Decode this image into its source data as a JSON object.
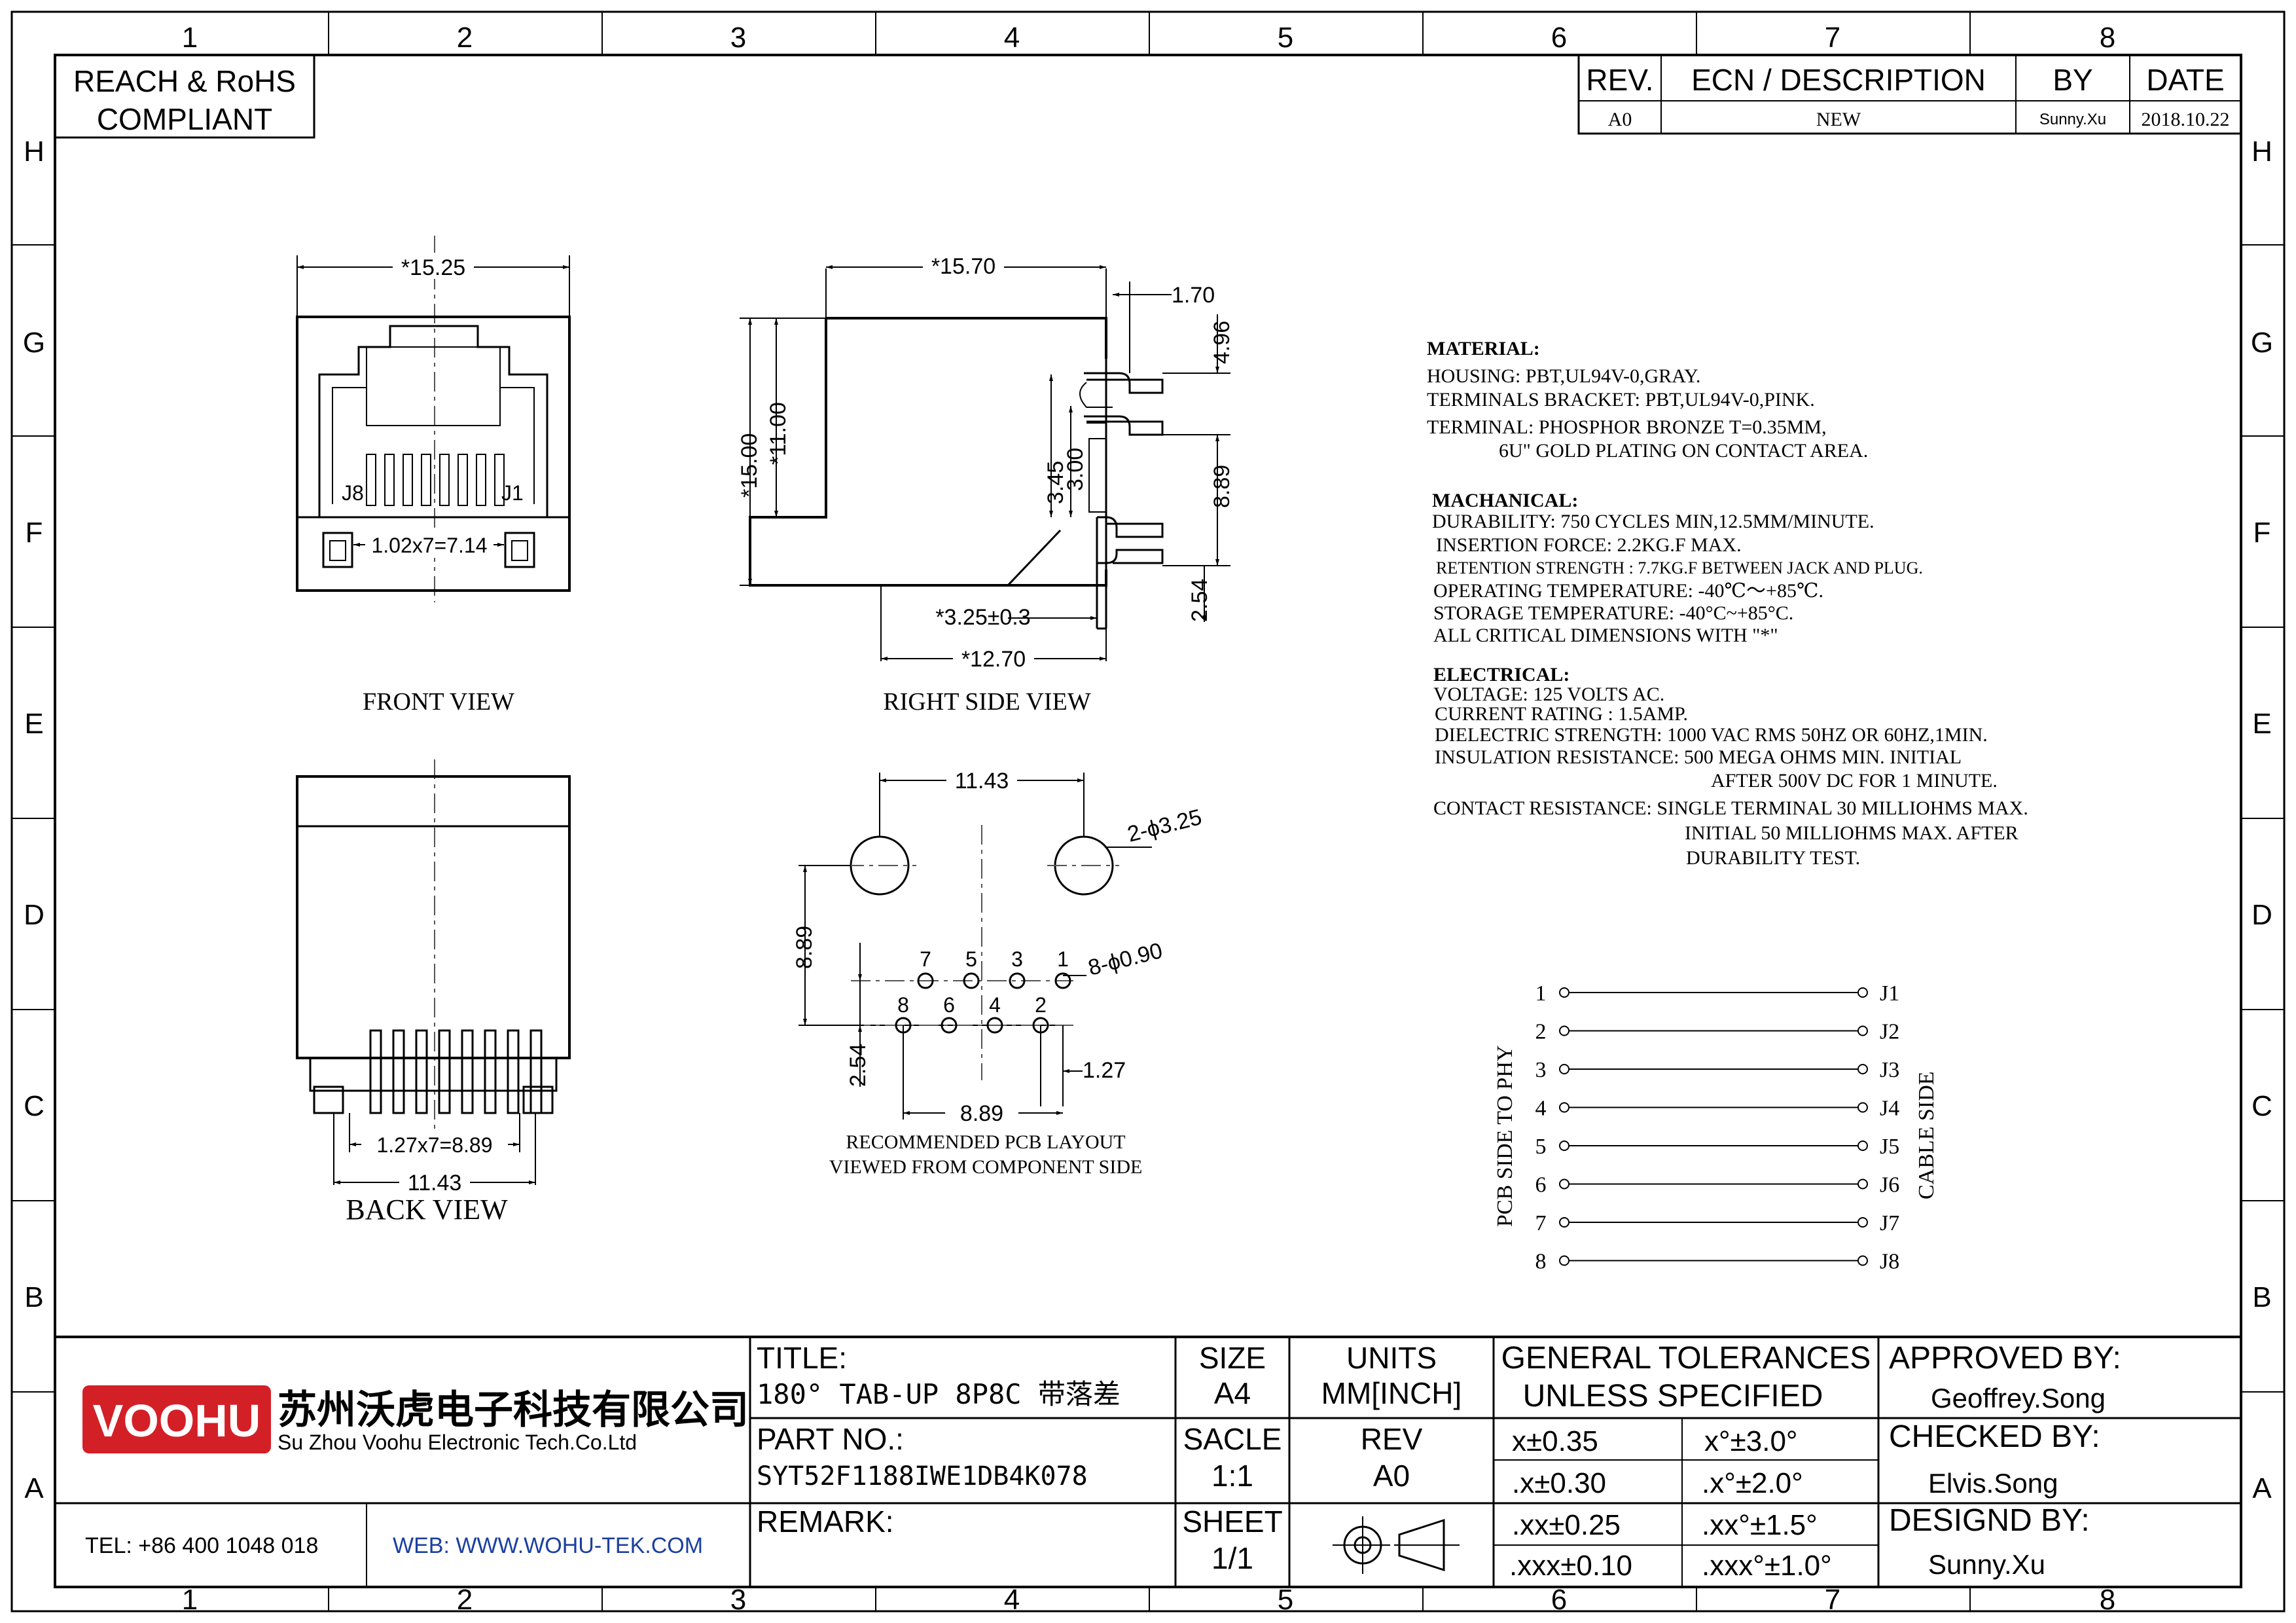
{
  "frame": {
    "columns": [
      "1",
      "2",
      "3",
      "4",
      "5",
      "6",
      "7",
      "8"
    ],
    "rows": [
      "H",
      "G",
      "F",
      "E",
      "D",
      "C",
      "B",
      "A"
    ]
  },
  "compliance": {
    "line1": "REACH & RoHS",
    "line2": "COMPLIANT"
  },
  "revision_table": {
    "headers": {
      "rev": "REV.",
      "ecn": "ECN / DESCRIPTION",
      "by": "BY",
      "date": "DATE"
    },
    "row": {
      "rev": "A0",
      "ecn": "NEW",
      "by": "Sunny.Xu",
      "date": "2018.10.22"
    }
  },
  "views": {
    "front": {
      "title": "FRONT VIEW",
      "dim_width": "*15.25",
      "dim_pitch": "1.02x7=7.14",
      "label_left": "J8",
      "label_right": "J1"
    },
    "right": {
      "title": "RIGHT SIDE VIEW",
      "dim_top": "*15.70",
      "dim_tab": "1.70",
      "dim_height": "*15.00",
      "dim_inner_height": "*11.00",
      "dim_496": "4.96",
      "dim_889": "8.89",
      "dim_345": "3.45",
      "dim_300": "3.00",
      "dim_254": "2.54",
      "dim_325": "*3.25±0.3",
      "dim_1270": "*12.70"
    },
    "back": {
      "title": "BACK VIEW",
      "dim_pitch": "1.27x7=8.89",
      "dim_width": "11.43"
    },
    "pcb": {
      "title_line1": "RECOMMENDED PCB LAYOUT",
      "title_line2": "VIEWED FROM COMPONENT SIDE",
      "dim_top": "11.43",
      "dim_holes": "2-ϕ3.25",
      "dim_pins": "8-ϕ0.90",
      "dim_889_v": "8.89",
      "dim_254": "2.54",
      "dim_127": "1.27",
      "dim_889_h": "8.89",
      "pin_top": [
        "7",
        "5",
        "3",
        "1"
      ],
      "pin_bottom": [
        "8",
        "6",
        "4",
        "2"
      ]
    }
  },
  "specs": {
    "material_title": "MATERIAL:",
    "material": [
      "HOUSING: PBT,UL94V-0,GRAY.",
      "TERMINALS BRACKET: PBT,UL94V-0,PINK.",
      "TERMINAL: PHOSPHOR BRONZE T=0.35MM,",
      "6U\" GOLD PLATING ON CONTACT AREA."
    ],
    "mechanical_title": "MACHANICAL:",
    "mechanical": [
      "DURABILITY: 750 CYCLES MIN,12.5MM/MINUTE.",
      "INSERTION FORCE: 2.2KG.F MAX.",
      "RETENTION STRENGTH : 7.7KG.F BETWEEN JACK AND PLUG.",
      "OPERATING TEMPERATURE: -40℃～+85℃.",
      "STORAGE TEMPERATURE: -40°C~+85°C.",
      "ALL CRITICAL DIMENSIONS WITH \"*\""
    ],
    "electrical_title": "ELECTRICAL:",
    "electrical": [
      "VOLTAGE: 125 VOLTS AC.",
      "CURRENT RATING : 1.5AMP.",
      "DIELECTRIC STRENGTH: 1000 VAC RMS 50HZ OR 60HZ,1MIN.",
      "INSULATION RESISTANCE: 500 MEGA OHMS MIN. INITIAL",
      "AFTER 500V DC FOR 1 MINUTE.",
      "CONTACT RESISTANCE: SINGLE TERMINAL 30 MILLIOHMS MAX.",
      "INITIAL 50 MILLIOHMS MAX. AFTER",
      "DURABILITY TEST."
    ]
  },
  "wiring": {
    "left_label": "PCB SIDE TO PHY",
    "right_label": "CABLE SIDE",
    "left_pins": [
      "1",
      "2",
      "3",
      "4",
      "5",
      "6",
      "7",
      "8"
    ],
    "right_pins": [
      "J1",
      "J2",
      "J3",
      "J4",
      "J5",
      "J6",
      "J7",
      "J8"
    ]
  },
  "title_block": {
    "logo_text": "VOOHU",
    "company_cn": "苏州沃虎电子科技有限公司",
    "company_en": "Su Zhou Voohu Electronic Tech.Co.Ltd",
    "tel": "TEL: +86 400 1048 018",
    "web": "WEB: WWW.WOHU-TEK.COM",
    "title_label": "TITLE:",
    "title_value": "180° TAB-UP 8P8C 带落差",
    "part_label": "PART NO.:",
    "part_value": "SYT52F1188IWE1DB4K078",
    "remark_label": "REMARK:",
    "size_label": "SIZE",
    "size_value": "A4",
    "units_label": "UNITS",
    "units_value": "MM[INCH]",
    "scale_label": "SACLE",
    "scale_value": "1:1",
    "rev_label": "REV",
    "rev_value": "A0",
    "sheet_label": "SHEET",
    "sheet_value": "1/1",
    "tolerance_line1": "GENERAL TOLERANCES",
    "tolerance_line2": "UNLESS SPECIFIED",
    "tolerances": [
      [
        "x±0.35",
        "x°±3.0°"
      ],
      [
        ".x±0.30",
        ".x°±2.0°"
      ],
      [
        ".xx±0.25",
        ".xx°±1.5°"
      ],
      [
        ".xxx±0.10",
        ".xxx°±1.0°"
      ]
    ],
    "approved_label": "APPROVED BY:",
    "approved_value": "Geoffrey.Song",
    "checked_label": "CHECKED BY:",
    "checked_value": "Elvis.Song",
    "designed_label": "DESIGND BY:",
    "designed_value": "Sunny.Xu"
  }
}
